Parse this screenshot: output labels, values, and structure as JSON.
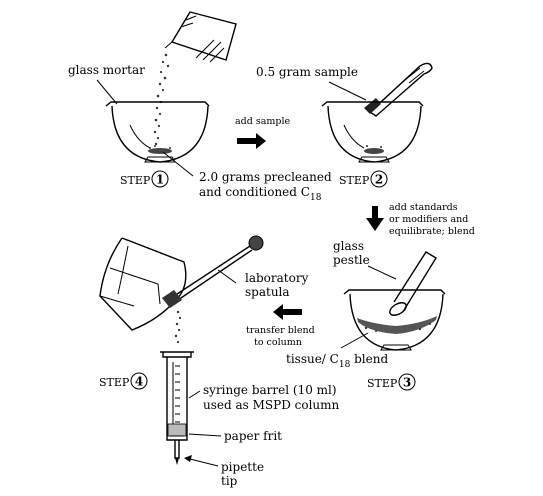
{
  "labels": {
    "glass_mortar": "glass mortar",
    "precleaned_line1": "2.0 grams precleaned",
    "precleaned_line2": "and conditioned C",
    "precleaned_sub": "18",
    "sample_05": "0.5 gram sample",
    "add_sample": "add sample",
    "add_standards_1": "add standards",
    "add_standards_2": "or modifiers and",
    "add_standards_3": "equilibrate; blend",
    "glass_pestle_1": "glass",
    "glass_pestle_2": "pestle",
    "tissue_blend_1": "tissue/ C",
    "tissue_blend_sub": "18",
    "tissue_blend_2": " blend",
    "lab_spatula_1": "laboratory",
    "lab_spatula_2": "spatula",
    "transfer_1": "transfer blend",
    "transfer_2": "to column",
    "syringe_1": "syringe barrel (10 ml)",
    "syringe_2": "used as MSPD column",
    "paper_frit": "paper frit",
    "pipette_1": "pipette",
    "pipette_2": "tip"
  },
  "steps": [
    {
      "word": "STEP",
      "num": "1"
    },
    {
      "word": "STEP",
      "num": "2"
    },
    {
      "word": "STEP",
      "num": "3"
    },
    {
      "word": "STEP",
      "num": "4"
    }
  ]
}
